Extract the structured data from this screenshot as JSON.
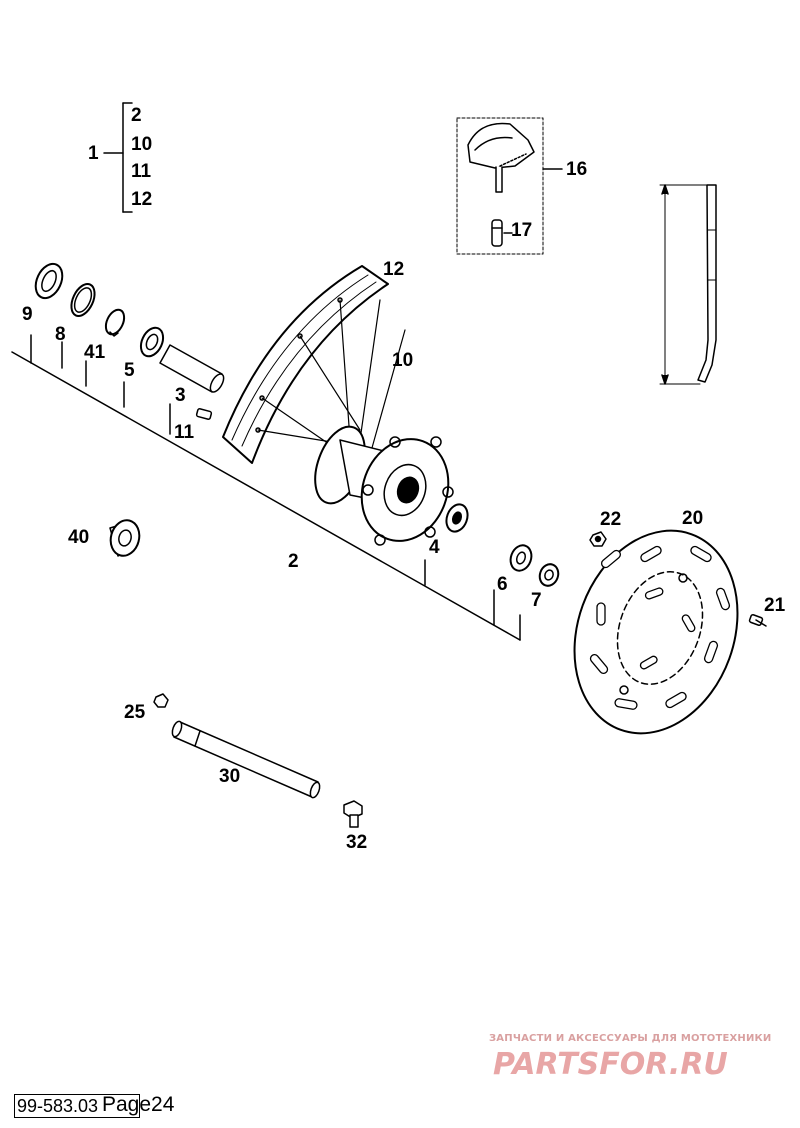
{
  "assembly": {
    "main_item": "1",
    "sub_items": [
      "2",
      "10",
      "11",
      "12"
    ]
  },
  "callouts": {
    "c2": "2",
    "c3": "3",
    "c4": "4",
    "c5": "5",
    "c6": "6",
    "c7": "7",
    "c8": "8",
    "c9": "9",
    "c10": "10",
    "c11": "11",
    "c12": "12",
    "c16": "16",
    "c17": "17",
    "c20": "20",
    "c21": "21",
    "c22": "22",
    "c25": "25",
    "c30": "30",
    "c32": "32",
    "c40": "40",
    "c41": "41"
  },
  "watermark": {
    "tagline": "ЗАПЧАСТИ И АКСЕССУАРЫ ДЛЯ МОТОТЕХНИКИ",
    "brand": "PARTSFOR.RU",
    "color": "#e8a6a6"
  },
  "footer": {
    "doc_code": "99-583.03",
    "page_label": "Page24"
  }
}
